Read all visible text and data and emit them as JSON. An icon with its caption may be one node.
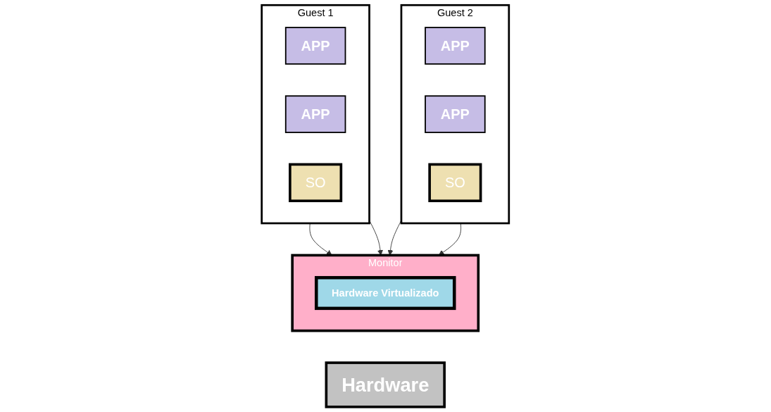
{
  "diagram": {
    "nodes": [
      {
        "text": [
          "Guest 1"
        ]
      },
      {
        "text": [
          "APP"
        ],
        "in": 0
      },
      {
        "text": [
          "APP"
        ],
        "in": 0
      },
      {
        "text": [
          "SO"
        ],
        "in": 0
      },
      {
        "text": [
          "Guest 2"
        ]
      },
      {
        "text": [
          "APP"
        ],
        "in": 4
      },
      {
        "text": [
          "APP"
        ],
        "in": 4
      },
      {
        "text": [
          "SO"
        ],
        "in": 4
      },
      {
        "text": [
          "Monitor"
        ]
      },
      {
        "text": [
          "Hardware Virtualizado"
        ],
        "in": 8
      },
      {
        "text": [
          "Hardware"
        ]
      }
    ],
    "edges": [
      {
        "from": 0,
        "to": 8,
        "arrow": "to"
      },
      {
        "from": 0,
        "to": 8,
        "arrow": "to"
      },
      {
        "from": 4,
        "to": 8,
        "arrow": "to"
      },
      {
        "from": 4,
        "to": 8,
        "arrow": "to"
      }
    ]
  }
}
